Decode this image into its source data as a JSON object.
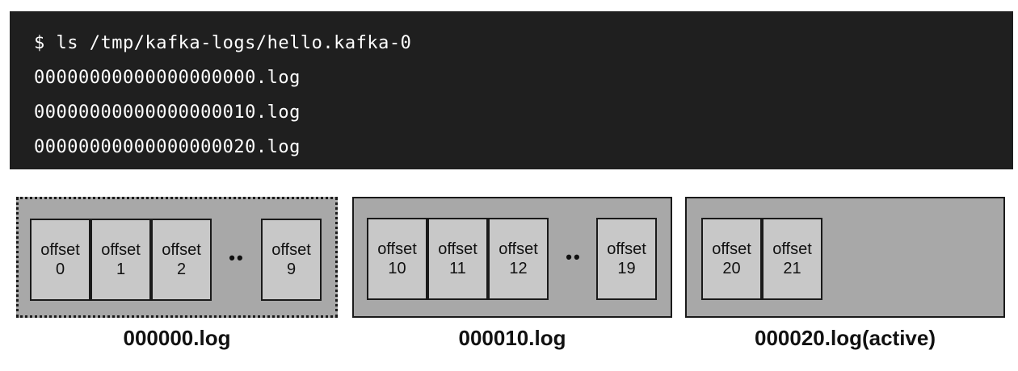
{
  "terminal": {
    "lines": [
      "$ ls /tmp/kafka-logs/hello.kafka-0",
      "00000000000000000000.log",
      "00000000000000000010.log",
      "00000000000000000020.log"
    ]
  },
  "segments": [
    {
      "label": "000000.log",
      "active": false,
      "records": [
        {
          "caption": "offset",
          "offset": "0"
        },
        {
          "caption": "offset",
          "offset": "1"
        },
        {
          "caption": "offset",
          "offset": "2"
        },
        {
          "caption": "offset",
          "offset": "9"
        }
      ],
      "ellipsis": "••"
    },
    {
      "label": "000010.log",
      "active": false,
      "records": [
        {
          "caption": "offset",
          "offset": "10"
        },
        {
          "caption": "offset",
          "offset": "11"
        },
        {
          "caption": "offset",
          "offset": "12"
        },
        {
          "caption": "offset",
          "offset": "19"
        }
      ],
      "ellipsis": "••"
    },
    {
      "label": "000020.log(active)",
      "active": true,
      "records": [
        {
          "caption": "offset",
          "offset": "20"
        },
        {
          "caption": "offset",
          "offset": "21"
        }
      ]
    }
  ],
  "colors": {
    "terminal_bg": "#1f1f1f",
    "segment_bg": "#a8a8a8",
    "record_bg": "#c8c8c8"
  }
}
